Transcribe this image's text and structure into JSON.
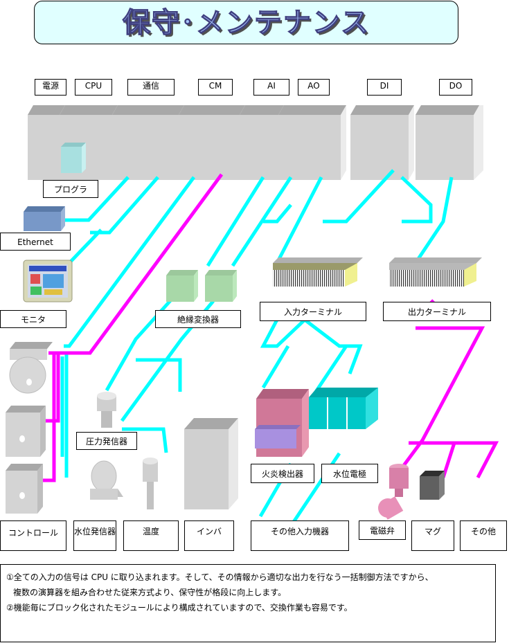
{
  "title": "保守･メンテナンス",
  "modules": [
    "電源",
    "CPU",
    "通信",
    "CM",
    "AI",
    "AO",
    "DI",
    "DO"
  ],
  "devices": {
    "programmer": "プログラ",
    "ethernet": "Ethernet",
    "monitor": "モニタ",
    "isolator": "絶縁変換器",
    "input_terminal": "入力ターミナル",
    "output_terminal": "出力ターミナル",
    "pressure": "圧力発信器",
    "flame": "火炎検出器",
    "water_electrode": "水位電極",
    "solenoid": "電磁弁"
  },
  "bottom_labels": {
    "controller": "コントロール",
    "level": "水位発信器",
    "temperature": "温度",
    "inverter": "インバ",
    "other_input": "その他入力機器",
    "magnet": "マグ",
    "other": "その他"
  },
  "notes": [
    "①全ての入力の信号は CPU に取り込まれます。そして、その情報から適切な出力を行なう一括制御方法ですから、",
    "複数の演算器を組み合わせた従来方式より、保守性が格段に向上します。",
    "②機能毎にブロック化されたモジュールにより構成されていますので、交換作業も容易です。"
  ],
  "colors": {
    "signal_line": "#00ffff",
    "power_line": "#ff00ff",
    "module_gray": "#d0d0d0",
    "title_bg": "#e0ffff"
  }
}
